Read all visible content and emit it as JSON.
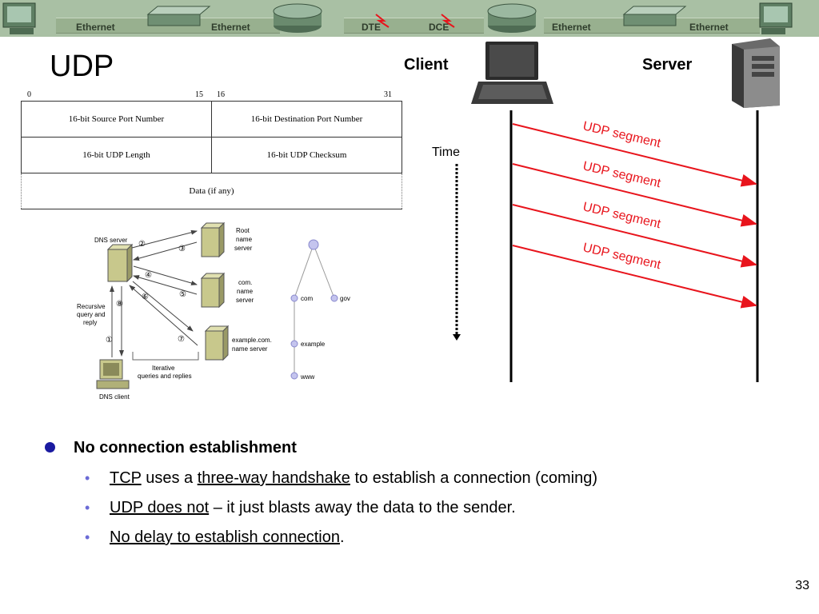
{
  "banner": {
    "labels": [
      "Ethernet",
      "Ethernet",
      "DTE",
      "DCE",
      "Ethernet",
      "Ethernet"
    ]
  },
  "slide": {
    "title": "UDP",
    "page_number": "33"
  },
  "header_format": {
    "bit_labels": [
      "0",
      "15",
      "16",
      "31"
    ],
    "source_port": "16-bit Source Port Number",
    "dest_port": "16-bit Destination Port Number",
    "length": "16-bit UDP Length",
    "checksum": "16-bit UDP Checksum",
    "data": "Data (if any)"
  },
  "timeline": {
    "client_label": "Client",
    "server_label": "Server",
    "time_label": "Time",
    "segment_labels": [
      "UDP segment",
      "UDP segment",
      "UDP segment",
      "UDP segment"
    ],
    "arrow_color": "#e8141c"
  },
  "dns_diagram": {
    "dns_server": "DNS server",
    "dns_client": "DNS client",
    "root_server": [
      "Root",
      "name",
      "server"
    ],
    "com_server": [
      "com.",
      "name",
      "server"
    ],
    "example_server": [
      "example.com.",
      "name server"
    ],
    "recursive": [
      "Recursive",
      "query and",
      "reply"
    ],
    "iterative": [
      "Iterative",
      "queries and replies"
    ],
    "steps": [
      "①",
      "②",
      "③",
      "④",
      "⑤",
      "⑥",
      "⑦",
      "⑧"
    ],
    "tree_nodes": [
      "com",
      "gov",
      "example",
      "www"
    ]
  },
  "bullets": {
    "main": "No connection establishment",
    "sub1_a": "TCP",
    "sub1_b": " uses a ",
    "sub1_c": "three-way handshake",
    "sub1_d": " to establish a connection (coming)",
    "sub2_a": "UDP does not",
    "sub2_b": " – it just blasts away the data to the sender.",
    "sub3_a": "No delay to establish connection",
    "sub3_b": "."
  },
  "colors": {
    "bullet_main": "#1a1aa0",
    "bullet_sub": "#6b6bd6",
    "banner": "#a9c0a4"
  }
}
